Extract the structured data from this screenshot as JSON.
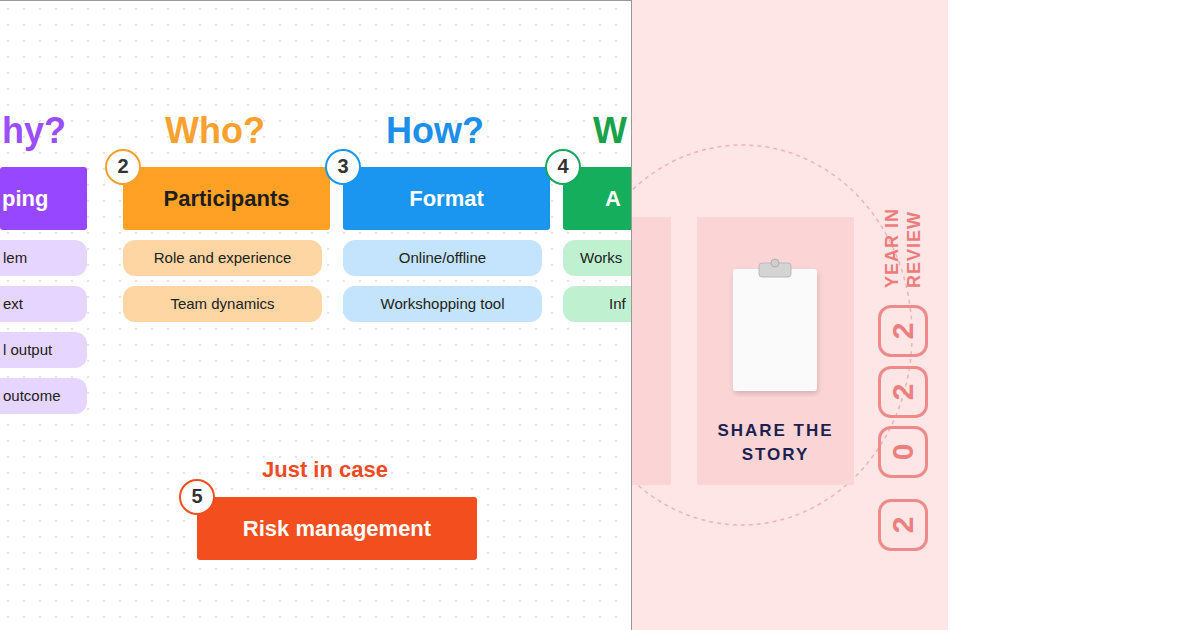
{
  "diagram": {
    "nodes": [
      {
        "text": [
          "hy?",
          "ping"
        ]
      },
      {
        "text": [
          "lem"
        ]
      },
      {
        "text": [
          "ext"
        ]
      },
      {
        "text": [
          "l output"
        ]
      },
      {
        "text": [
          "outcome"
        ]
      },
      {
        "text": [
          "2"
        ]
      },
      {
        "text": [
          "Who?",
          "Participants"
        ]
      },
      {
        "text": [
          "Role and experience"
        ]
      },
      {
        "text": [
          "Team dynamics"
        ]
      },
      {
        "text": [
          "3"
        ]
      },
      {
        "text": [
          "How?",
          "Format"
        ]
      },
      {
        "text": [
          "Online/offline"
        ]
      },
      {
        "text": [
          "Workshopping tool"
        ]
      },
      {
        "text": [
          "4"
        ]
      },
      {
        "text": [
          "W",
          "A"
        ]
      },
      {
        "text": [
          "Works"
        ]
      },
      {
        "text": [
          "Inf"
        ]
      },
      {
        "text": [
          "5"
        ]
      },
      {
        "text": [
          "Just in case",
          "Risk management"
        ]
      },
      {
        "text": [
          "SHARE THE STORY"
        ]
      },
      {
        "text": [
          "2"
        ]
      },
      {
        "text": [
          "0"
        ]
      },
      {
        "text": [
          "2"
        ]
      },
      {
        "text": [
          "2"
        ]
      }
    ],
    "labels": [
      "YEAR IN REVIEW"
    ]
  }
}
